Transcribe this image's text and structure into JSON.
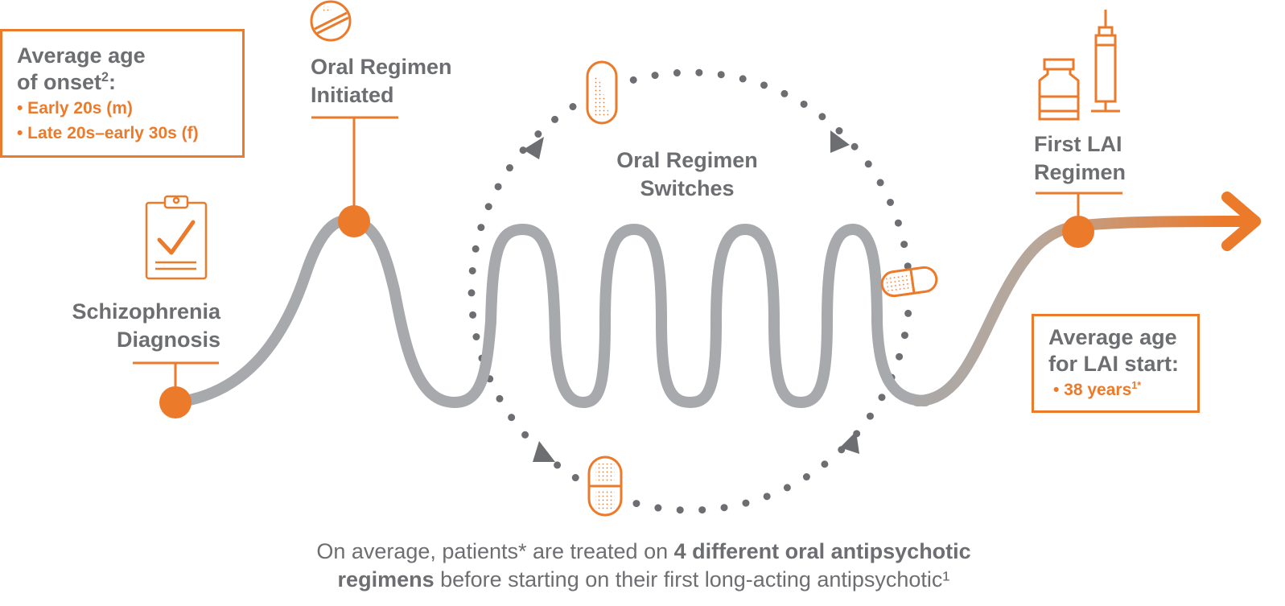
{
  "onset_box": {
    "title_line1": "Average age",
    "title_line2": "of onset",
    "title_sup": "2",
    "title_suffix": ":",
    "items": [
      "• Early 20s (m)",
      "• Late 20s–early 30s (f)"
    ]
  },
  "oral_initiated": {
    "line1": "Oral Regimen",
    "line2": "Initiated"
  },
  "oral_switches": {
    "line1": "Oral Regimen",
    "line2": "Switches"
  },
  "first_lai": {
    "line1": "First LAI",
    "line2": "Regimen"
  },
  "diagnosis": {
    "line1": "Schizophrenia",
    "line2": "Diagnosis"
  },
  "lai_box": {
    "title_line1": "Average age",
    "title_line2": "for LAI start:",
    "item": "• 38 years",
    "item_sup": "1*"
  },
  "caption": {
    "part1": "On average, patients* are treated on ",
    "bold1": "4 different oral antipsychotic",
    "bold2": "regimens",
    "part2": " before starting on their first long-acting antipsychotic¹"
  },
  "colors": {
    "orange": "#ec7a2b",
    "gray": "#a7a9ac",
    "dark_gray": "#6d6e71"
  },
  "icons": [
    "clipboard-check-icon",
    "tablet-icon",
    "capsule-icon",
    "vial-icon",
    "syringe-icon",
    "arrow-right-icon"
  ]
}
